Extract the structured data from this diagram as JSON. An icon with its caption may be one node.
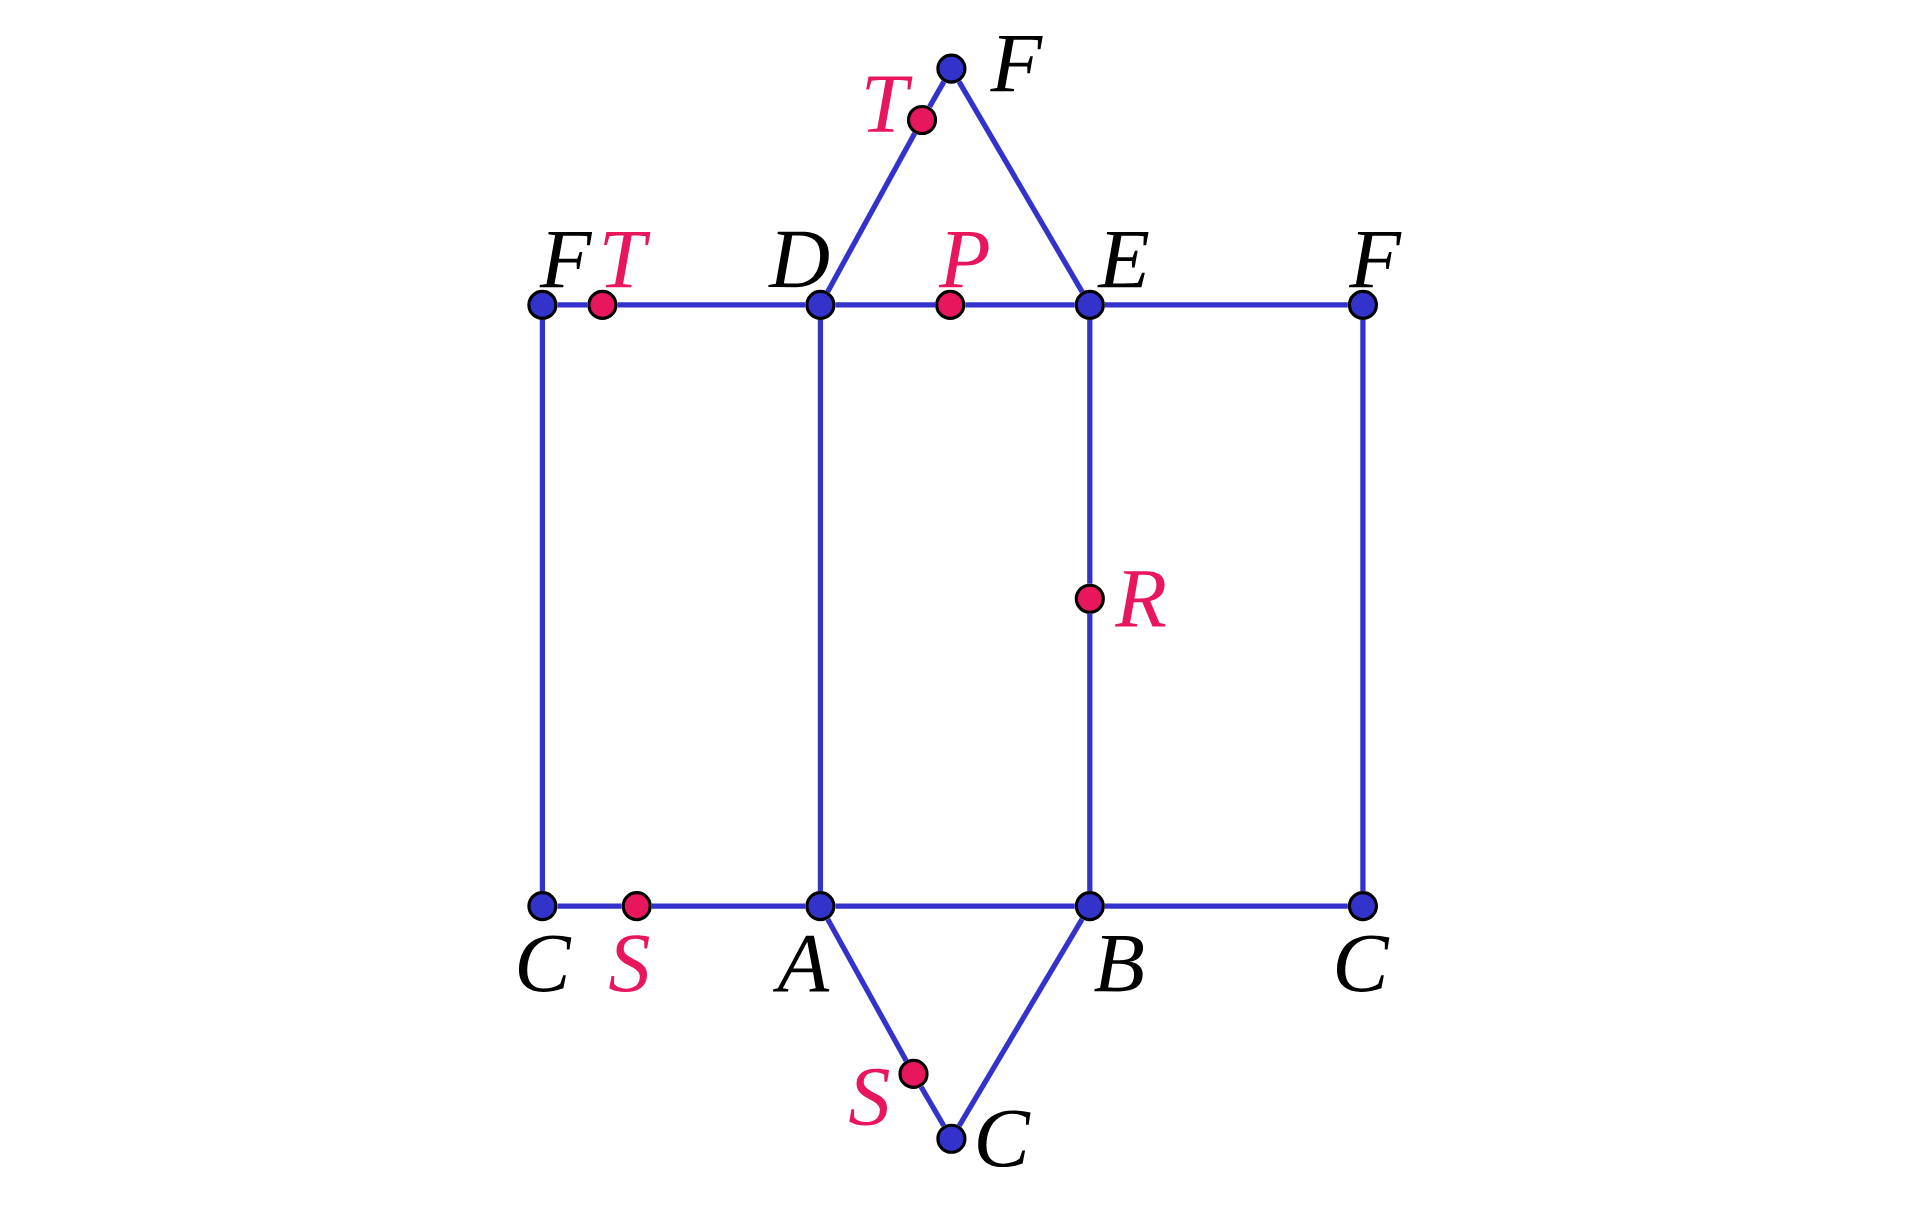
{
  "diagram": {
    "nodes": [
      {
        "text": [],
        "shape": "circle",
        "beside": [
          "F"
        ]
      },
      {
        "text": [],
        "shape": "circle",
        "beside": [
          "T"
        ]
      },
      {
        "text": [],
        "shape": "circle",
        "beside": [
          "F"
        ]
      },
      {
        "text": [],
        "shape": "circle",
        "beside": [
          "T"
        ]
      },
      {
        "text": [],
        "shape": "circle",
        "beside": [
          "D"
        ]
      },
      {
        "text": [],
        "shape": "circle",
        "beside": [
          "P"
        ]
      },
      {
        "text": [],
        "shape": "circle",
        "beside": [
          "E"
        ]
      },
      {
        "text": [],
        "shape": "circle",
        "beside": [
          "F"
        ]
      },
      {
        "text": [],
        "shape": "circle",
        "beside": [
          "R"
        ]
      },
      {
        "text": [],
        "shape": "circle",
        "beside": [
          "C"
        ]
      },
      {
        "text": [],
        "shape": "circle",
        "beside": [
          "S"
        ]
      },
      {
        "text": [],
        "shape": "circle",
        "beside": [
          "A"
        ]
      },
      {
        "text": [],
        "shape": "circle",
        "beside": [
          "B"
        ]
      },
      {
        "text": [],
        "shape": "circle",
        "beside": [
          "C"
        ]
      },
      {
        "text": [],
        "shape": "circle",
        "beside": [
          "S"
        ]
      },
      {
        "text": [],
        "shape": "circle",
        "beside": [
          "C"
        ]
      }
    ],
    "edges": [
      {
        "from": 0,
        "to": 1,
        "arrow": "none"
      },
      {
        "from": 1,
        "to": 4,
        "arrow": "none"
      },
      {
        "from": 0,
        "to": 6,
        "arrow": "none"
      },
      {
        "from": 2,
        "to": 3,
        "arrow": "none"
      },
      {
        "from": 3,
        "to": 4,
        "arrow": "none"
      },
      {
        "from": 4,
        "to": 5,
        "arrow": "none"
      },
      {
        "from": 5,
        "to": 6,
        "arrow": "none"
      },
      {
        "from": 6,
        "to": 7,
        "arrow": "none"
      },
      {
        "from": 2,
        "to": 9,
        "arrow": "none"
      },
      {
        "from": 4,
        "to": 11,
        "arrow": "none"
      },
      {
        "from": 6,
        "to": 8,
        "arrow": "none"
      },
      {
        "from": 8,
        "to": 12,
        "arrow": "none"
      },
      {
        "from": 7,
        "to": 13,
        "arrow": "none"
      },
      {
        "from": 9,
        "to": 10,
        "arrow": "none"
      },
      {
        "from": 10,
        "to": 11,
        "arrow": "none"
      },
      {
        "from": 11,
        "to": 12,
        "arrow": "none"
      },
      {
        "from": 12,
        "to": 13,
        "arrow": "none"
      },
      {
        "from": 11,
        "to": 14,
        "arrow": "none"
      },
      {
        "from": 14,
        "to": 15,
        "arrow": "none"
      },
      {
        "from": 12,
        "to": 15,
        "arrow": "none"
      }
    ]
  }
}
